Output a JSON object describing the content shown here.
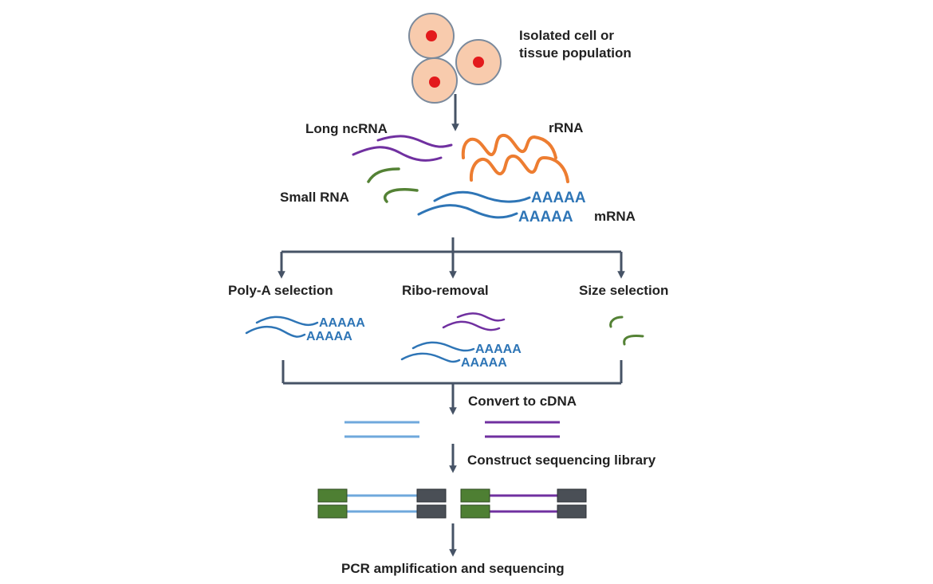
{
  "labels": {
    "cells": [
      "Isolated cell or",
      "tissue population"
    ],
    "long_ncrna": "Long ncRNA",
    "rrna": "rRNA",
    "small_rna": "Small RNA",
    "mrna": "mRNA",
    "poly_a_tail": "AAAAA",
    "branch_poly_a": "Poly-A selection",
    "branch_ribo": "Ribo-removal",
    "branch_size": "Size selection",
    "convert": "Convert to cDNA",
    "construct": "Construct sequencing library",
    "pcr": "PCR amplification and sequencing"
  },
  "colors": {
    "arrow": "#465366",
    "cell_fill": "#f8cbad",
    "cell_stroke": "#7b8a9c",
    "nucleus": "#e31a1c",
    "long_ncrna": "#7030a0",
    "rrna": "#ed7d31",
    "small_rna": "#548235",
    "mrna": "#2e75b6",
    "cdna_light": "#6fa8dc",
    "adapter_green": "#4e7f33",
    "adapter_dark": "#4a4f56"
  }
}
